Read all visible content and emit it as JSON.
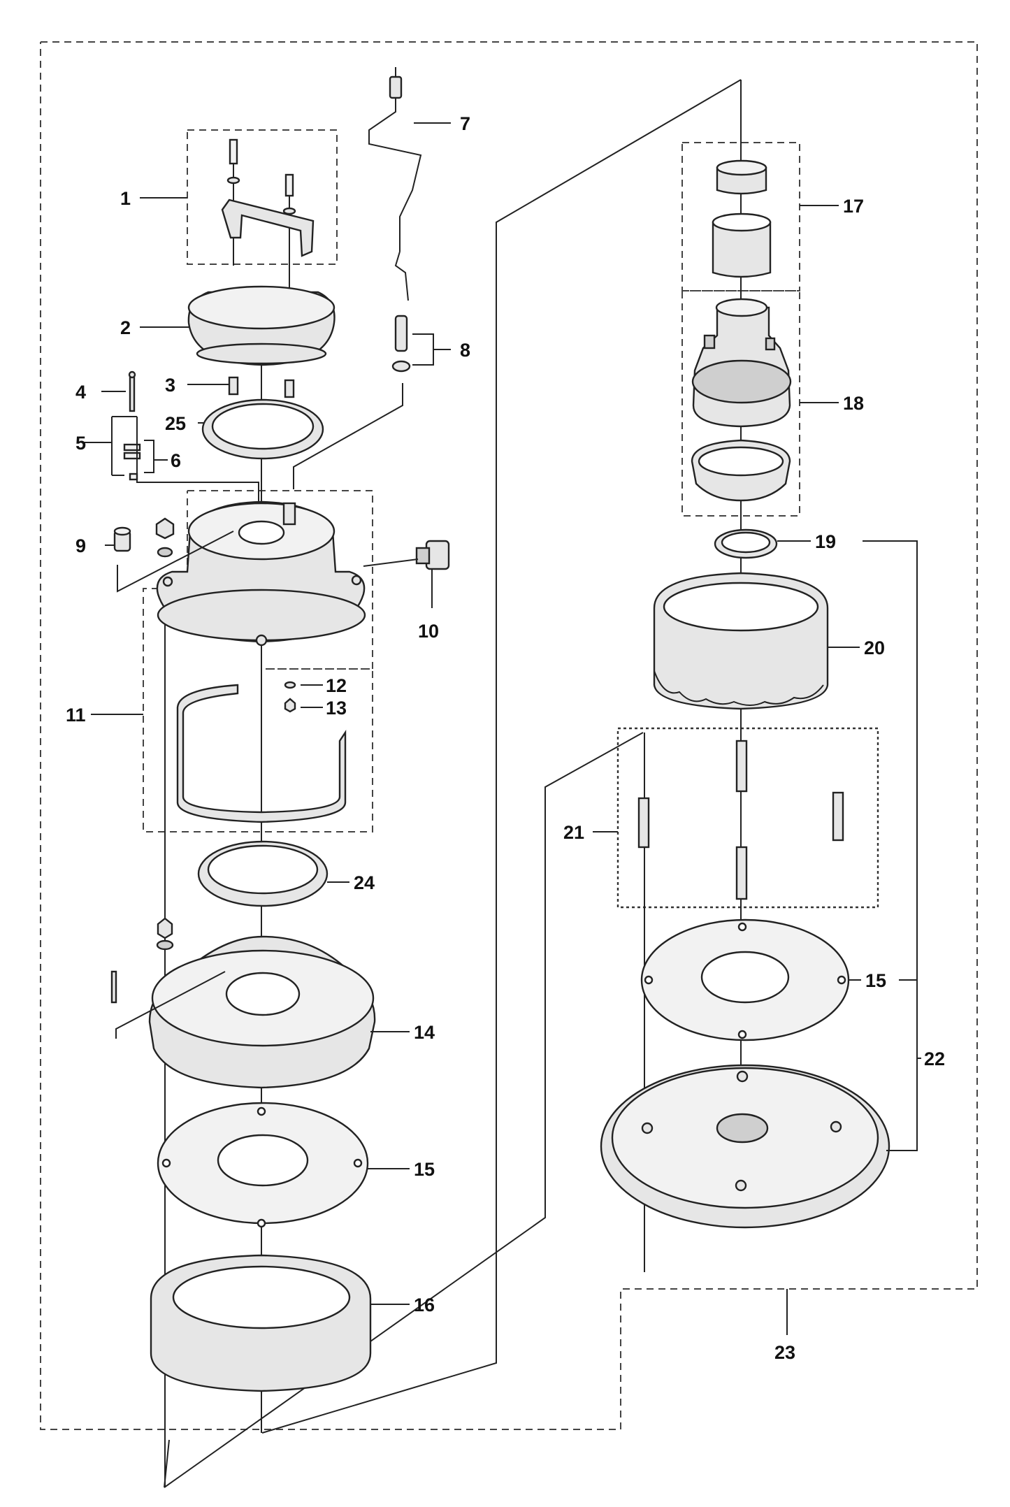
{
  "callouts": [
    "1",
    "2",
    "3",
    "4",
    "5",
    "6",
    "7",
    "8",
    "9",
    "10",
    "11",
    "12",
    "13",
    "14",
    "15",
    "16",
    "17",
    "18",
    "19",
    "20",
    "21",
    "22",
    "23",
    "24",
    "25"
  ],
  "callouts_extra": {
    "c15b": "15"
  }
}
